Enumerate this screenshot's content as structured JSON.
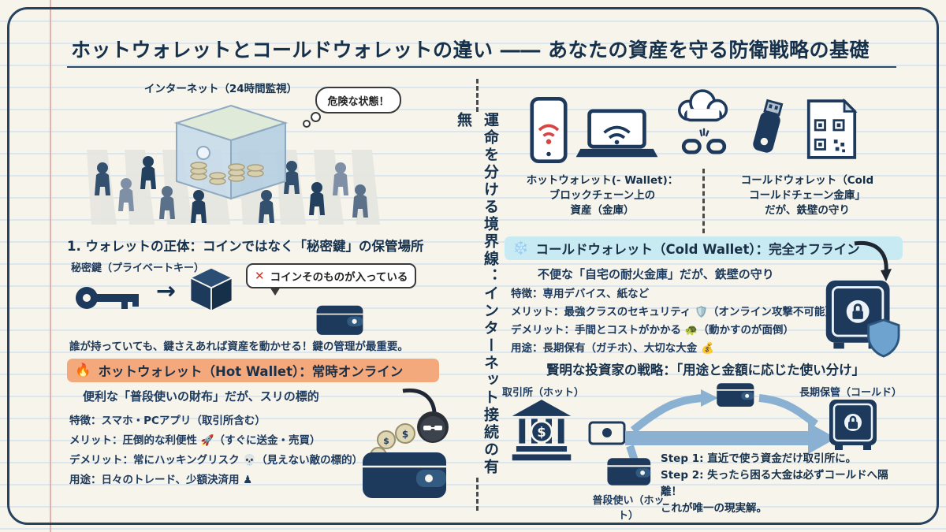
{
  "colors": {
    "ink": "#1d3a5c",
    "hot_highlight": "#f4a97c",
    "cold_highlight": "#c8eaf2",
    "paper": "#f7f4ec",
    "alert_red": "#c0392b"
  },
  "title": {
    "part1": "ホットウォレットとコールドウォレットの違い",
    "dash": "――",
    "part2": "あなたの資産を守る防衛戦略の基礎"
  },
  "left": {
    "scene": {
      "caption": "インターネット（24時間監視）",
      "thought_bubble": "危険な状態！"
    },
    "identity": {
      "heading": "1. ウォレットの正体：コインではなく「秘密鍵」の保管場所",
      "key_label": "秘密鍵（プライベートキー）",
      "arrow": "→",
      "callout_mark": "✕",
      "callout": "コインそのものが入っている",
      "note": "誰が持っていても、鍵さえあれば資産を動かせる！鍵の管理が最重要。"
    },
    "hot": {
      "icon": "🔥",
      "heading": "ホットウォレット（Hot Wallet）：常時オンライン",
      "subheading": "便利な「普段使いの財布」だが、スリの標的",
      "items": [
        "特徴：スマホ・PCアプリ（取引所含む）",
        "メリット：圧倒的な利便性 🚀（すぐに送金・売買）",
        "デメリット：常にハッキングリスク 💀（見えない敵の標的）",
        "用途：日々のトレード、少額決済用 ♟"
      ]
    }
  },
  "divider": {
    "label": "運命を分ける境界線：インターネット接続の有無"
  },
  "right": {
    "devices": {
      "hot_caption": [
        "ホットウォレット(- Wallet)：",
        "ブロックチェーン上の",
        "資産（金庫）"
      ],
      "cold_caption": [
        "コールドウォレット（Cold",
        "コールドチェーン金庫」",
        "だが、鉄壁の守り"
      ]
    },
    "cold": {
      "icon": "❄️",
      "heading": "コールドウォレット（Cold Wallet）：完全オフライン",
      "subheading": "不便な「自宅の耐火金庫」だが、鉄壁の守り",
      "items": [
        "特徴：専用デバイス、紙など",
        "メリット：最強クラスのセキュリティ 🛡️（オンライン攻撃不可能）",
        "デメリット：手間とコストがかかる 🐢（動かすのが面倒）",
        "用途：長期保有（ガチホ）、大切な大金 💰"
      ]
    },
    "strategy": {
      "heading": "賢明な投資家の戦略：「用途と金額に応じた使い分け」",
      "exchange_label": "取引所（ホット）",
      "longterm_label": "長期保管（コールド）",
      "daily_label": "普段使い（ホット）",
      "steps": [
        "Step 1: 直近で使う資金だけ取引所に。",
        "Step 2: 失ったら困る大金は必ずコールドへ隔離！",
        "これが唯一の現実解。"
      ]
    }
  }
}
